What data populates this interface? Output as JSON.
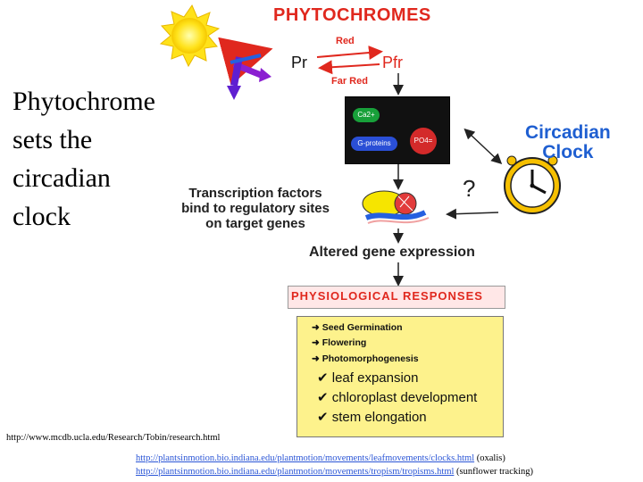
{
  "slide": {
    "title_lines": [
      "Phytochrome",
      "sets the",
      "circadian",
      "clock"
    ]
  },
  "diagram": {
    "heading": "PHYTOCHROMES",
    "pr": "Pr",
    "pfr": "Pfr",
    "red": "Red",
    "far_red": "Far Red",
    "cell_box": {
      "ca": "Ca2+",
      "po": "PO4=",
      "g_proteins": "G-proteins"
    },
    "question": "?",
    "circadian_clock": [
      "Circadian",
      "Clock"
    ],
    "transcription": [
      "Transcription factors",
      "bind to regulatory sites",
      "on target genes"
    ],
    "altered": "Altered gene expression",
    "physiological": "PHYSIOLOGICAL RESPONSES",
    "responses": [
      "Seed Germination",
      "Flowering",
      "Photomorphogenesis"
    ],
    "sub_responses": [
      "leaf expansion",
      "chloroplast development",
      "stem elongation"
    ]
  },
  "sources": {
    "tobin": "http://www.mcdb.ucla.edu/Research/Tobin/research.html",
    "link1": "http://plantsinmotion.bio.indiana.edu/plantmotion/movements/leafmovements/clocks.html",
    "link1_note": "(oxalis)",
    "link2": "http://plantsinmotion.bio.indiana.edu/plantmotion/movements/tropism/tropisms.html",
    "link2_note": "(sunflower tracking)"
  },
  "colors": {
    "heading_red": "#e0281e",
    "clock_blue": "#1f5fd1",
    "box_yellow": "#fdf28c",
    "link_blue": "#2a55d6"
  }
}
